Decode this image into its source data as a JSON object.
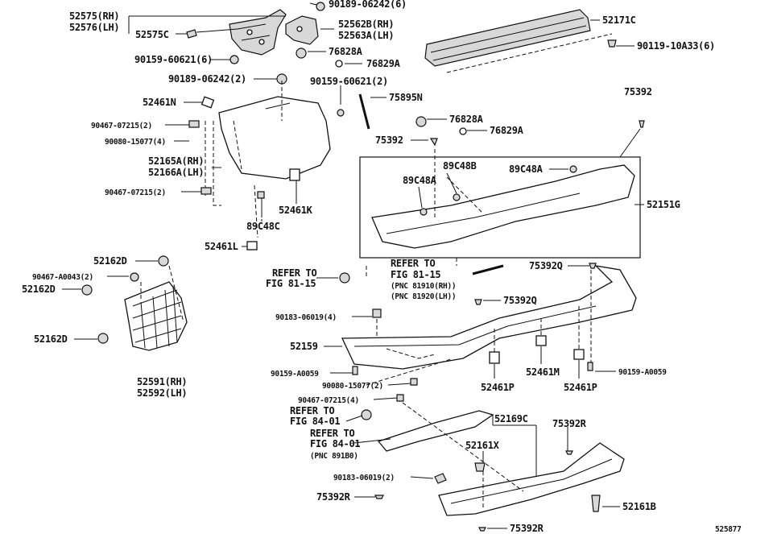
{
  "diagram_id": "525877",
  "callouts": {
    "c52575": "52575(RH)",
    "c52576": "52576(LH)",
    "c52575C": "52575C",
    "c90159_60621_6": "90159-60621(6)",
    "c90189_06242_2": "90189-06242(2)",
    "c90189_06242_6": "90189-06242(6)",
    "c52562B": "52562B(RH)",
    "c52563A": "52563A(LH)",
    "c76828A_top": "76828A",
    "c76829A_top": "76829A",
    "c90159_60621_2": "90159-60621(2)",
    "c52171C": "52171C",
    "c90119_10A33": "90119-10A33(6)",
    "c52461N": "52461N",
    "c75895N": "75895N",
    "c90467_07215_2a": "90467-07215(2)",
    "c90080_15077_4": "90080-15077(4)",
    "c76828A_mid": "76828A",
    "c76829A_mid": "76829A",
    "c75392_top": "75392",
    "c75392_mid": "75392",
    "c52165A": "52165A(RH)",
    "c52166A": "52166A(LH)",
    "c89C48B": "89C48B",
    "c89C48A_right": "89C48A",
    "c89C48A_left": "89C48A",
    "c90467_07215_2b": "90467-07215(2)",
    "c52151G": "52151G",
    "c52461K": "52461K",
    "c89C48C": "89C48C",
    "c52461L": "52461L",
    "c52162D_top": "52162D",
    "c90467_A0043": "90467-A0043(2)",
    "c52162D_mid": "52162D",
    "c52162D_bot": "52162D",
    "c52591": "52591(RH)",
    "c52592": "52592(LH)",
    "refer_a1": "REFER TO",
    "refer_a2": "FIG 81-15",
    "refer_b1": "REFER TO",
    "refer_b2": "FIG 81-15",
    "refer_b3": "(PNC 81910(RH))",
    "refer_b4": "(PNC 81920(LH))",
    "c75392Q_top": "75392Q",
    "c75392Q_mid": "75392Q",
    "c90183_06019_4": "90183-06019(4)",
    "c52159": "52159",
    "c90159_A0059_l": "90159-A0059",
    "c90080_15077_2": "90080-15077(2)",
    "c52461P_l": "52461P",
    "c52461M": "52461M",
    "c52461P_r": "52461P",
    "c90159_A0059_r": "90159-A0059",
    "c90467_07215_4": "90467-07215(4)",
    "refer_c1": "REFER TO",
    "refer_c2": "FIG 84-01",
    "refer_d1": "REFER TO",
    "refer_d2": "FIG 84-01",
    "refer_d3": "(PNC 891B0)",
    "c52169C": "52169C",
    "c75392R_top": "75392R",
    "c52161X": "52161X",
    "c90183_06019_2": "90183-06019(2)",
    "c75392R_left": "75392R",
    "c52161B": "52161B",
    "c75392R_bot": "75392R"
  }
}
